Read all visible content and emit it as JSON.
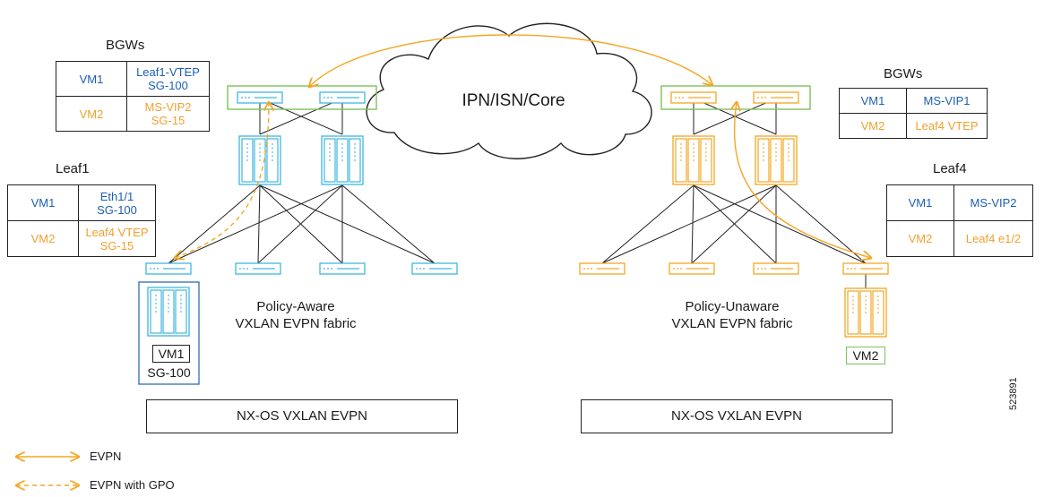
{
  "cloud_label": "IPN/ISN/Core",
  "left": {
    "bgw_title": "BGWs",
    "bgw_table": [
      {
        "vm": "VM1",
        "value_lines": [
          "Leaf1-VTEP",
          "SG-100"
        ],
        "color": "#1d5fb4"
      },
      {
        "vm": "VM2",
        "value_lines": [
          "MS-VIP2",
          "SG-15"
        ],
        "color": "#f0a030"
      }
    ],
    "leaf_title": "Leaf1",
    "leaf_table": [
      {
        "vm": "VM1",
        "value_lines": [
          "Eth1/1",
          "SG-100"
        ],
        "color": "#1d5fb4"
      },
      {
        "vm": "VM2",
        "value_lines": [
          "Leaf4 VTEP",
          "SG-15"
        ],
        "color": "#f0a030"
      }
    ],
    "fabric_label_lines": [
      "Policy-Aware",
      "VXLAN EVPN fabric"
    ],
    "host_vm": "VM1",
    "host_sg": "SG-100",
    "footer": "NX-OS VXLAN EVPN"
  },
  "right": {
    "bgw_title": "BGWs",
    "bgw_table": [
      {
        "vm": "VM1",
        "value": "MS-VIP1",
        "color": "#1d5fb4"
      },
      {
        "vm": "VM2",
        "value": "Leaf4 VTEP",
        "color": "#f0a030"
      }
    ],
    "leaf_title": "Leaf4",
    "leaf_table": [
      {
        "vm": "VM1",
        "value": "MS-VIP2",
        "color": "#1d5fb4"
      },
      {
        "vm": "VM2",
        "value": "Leaf4 e1/2",
        "color": "#f0a030"
      }
    ],
    "fabric_label_lines": [
      "Policy-Unaware",
      "VXLAN EVPN fabric"
    ],
    "host_vm": "VM2",
    "footer": "NX-OS VXLAN EVPN"
  },
  "legend": [
    {
      "style": "solid",
      "label": "EVPN"
    },
    {
      "style": "dashed",
      "label": "EVPN with GPO"
    }
  ],
  "figure_id": "523891",
  "colors": {
    "blue": "#1d5fb4",
    "cyan": "#3fb6e0",
    "orange": "#f5a623",
    "green": "#7cc35a",
    "line": "#222222"
  }
}
